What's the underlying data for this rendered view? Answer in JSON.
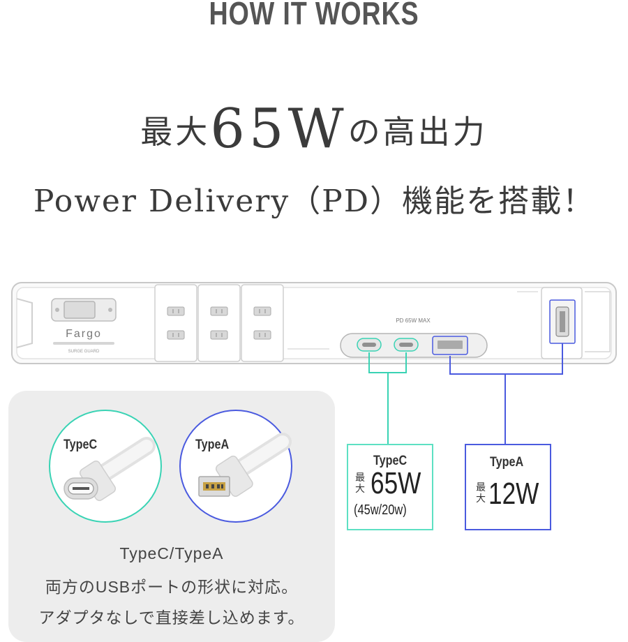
{
  "section_label": "HOW IT WORKS",
  "headline": {
    "line1_prefix": "最大",
    "line1_big": "65W",
    "line1_suffix": "の高出力",
    "line2": "Power Delivery（PD）機能を搭載！"
  },
  "device": {
    "brand": "Fargo",
    "brand_sub": "SURGE GUARD",
    "pd_label": "PD 65W MAX"
  },
  "usb_panel": {
    "typec_label": "TypeC",
    "typea_label": "TypeA",
    "title": "TypeC/TypeA",
    "line1": "両方のUSBポートの形状に対応。",
    "line2": "アダプタなしで直接差し込めます。"
  },
  "spec_typec": {
    "type": "TypeC",
    "max_label": "最大",
    "watt": "65W",
    "sub": "(45w/20w)"
  },
  "spec_typea": {
    "type": "TypeA",
    "max_label": "最大",
    "watt": "12W"
  },
  "colors": {
    "typec_accent": "#39d3b4",
    "typea_accent": "#4a5adf",
    "panel_bg": "#ededed"
  }
}
